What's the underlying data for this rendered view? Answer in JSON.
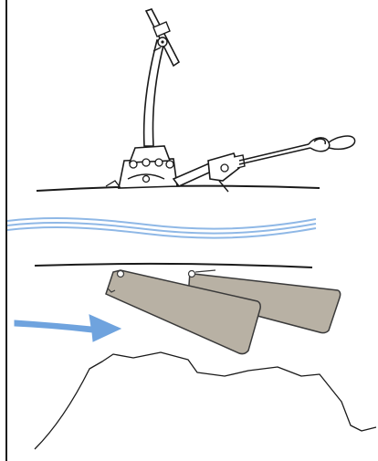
{
  "diagram": {
    "subject": "kick-up-rudder-mechanism",
    "colors": {
      "outline": "#1a1a1a",
      "water": "#8fb8e6",
      "blade_fill": "#b8b1a4",
      "blade_stroke": "#3a3a3a",
      "flow_arrow": "#6fa3de",
      "lever_fill": "#ffffff"
    },
    "elements": [
      "steering-tiller",
      "rudder-mount-bracket",
      "control-linkage",
      "pull-handle",
      "deck-line",
      "waterline",
      "hull-bottom-line",
      "rudder-blade-front",
      "rudder-blade-rear",
      "water-flow-arrow",
      "seabed-obstacle"
    ]
  }
}
